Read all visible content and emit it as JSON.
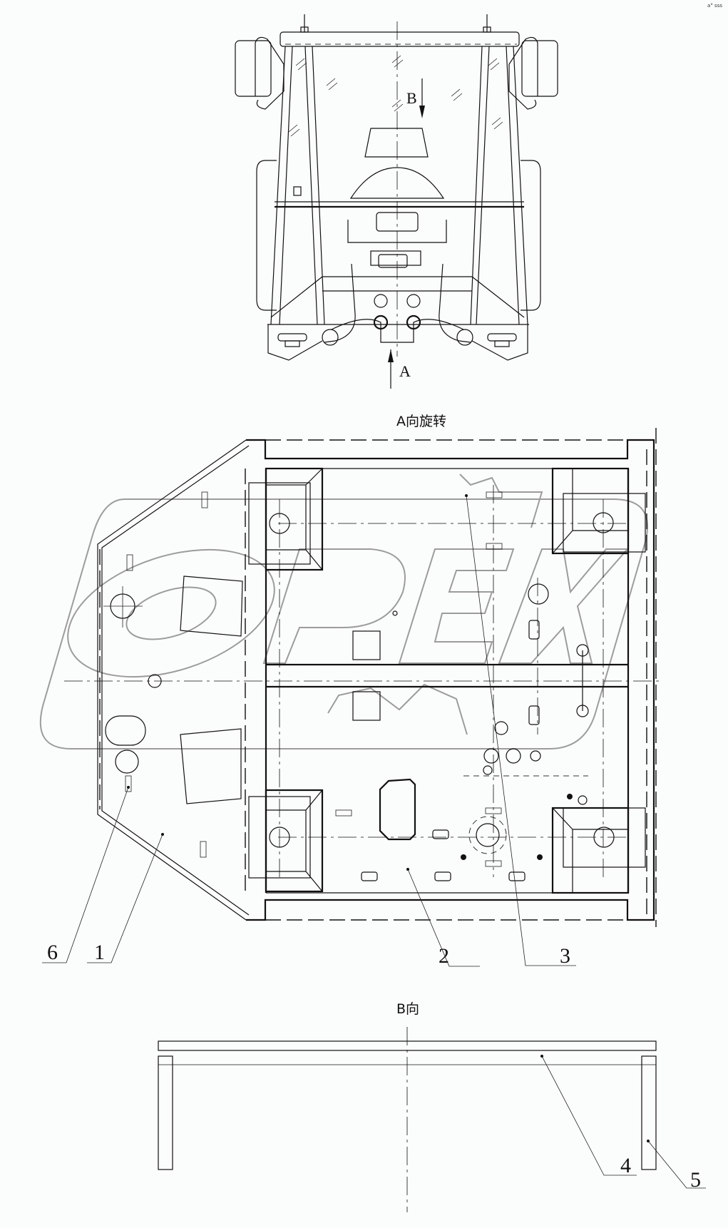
{
  "drawing": {
    "corner_mark": "a° sss",
    "watermark": "OPEX",
    "views": {
      "top_view": {
        "arrow_b_label": "B",
        "arrow_a_label": "A"
      },
      "plan_view": {
        "title": "A向旋转"
      },
      "b_view": {
        "title": "B向"
      }
    },
    "callouts": [
      {
        "id": "6",
        "label": "6"
      },
      {
        "id": "1",
        "label": "1"
      },
      {
        "id": "2",
        "label": "2"
      },
      {
        "id": "3",
        "label": "3"
      },
      {
        "id": "4",
        "label": "4"
      },
      {
        "id": "5",
        "label": "5"
      }
    ],
    "colors": {
      "line": "#111111",
      "watermark": "#9c9c9c",
      "background": "#fbfcfc"
    }
  }
}
